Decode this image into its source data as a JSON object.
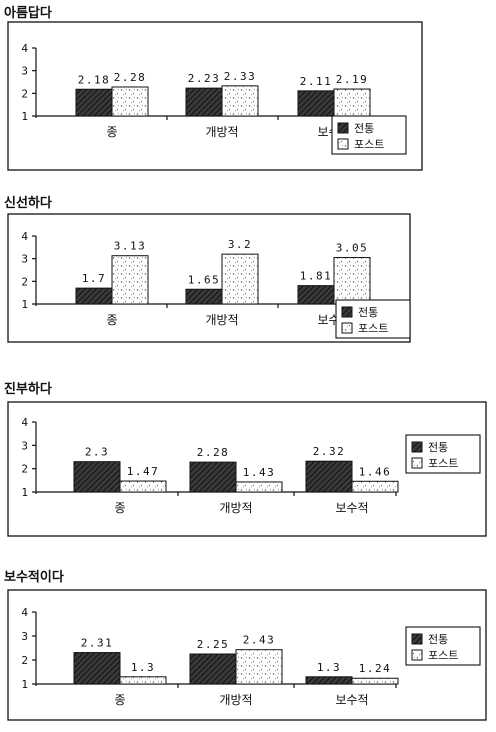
{
  "colors": {
    "traditional": "#2f2f2f",
    "post": "#ffffff",
    "ink": "#111111"
  },
  "legend": {
    "traditional": "전통",
    "post": "포스트"
  },
  "chart_data": [
    {
      "type": "bar",
      "title": "아름답다",
      "categories": [
        "종",
        "개방적",
        "보수적"
      ],
      "ylim": [
        1,
        4
      ],
      "yticks": [
        "1",
        "2",
        "3",
        "4"
      ],
      "series": [
        {
          "name": "전통",
          "values": [
            2.18,
            2.23,
            2.11
          ],
          "labels": [
            "2.18",
            "2.23",
            "2.11"
          ]
        },
        {
          "name": "포스트",
          "values": [
            2.28,
            2.33,
            2.19
          ],
          "labels": [
            "2.28",
            "2.33",
            "2.19"
          ]
        }
      ]
    },
    {
      "type": "bar",
      "title": "신선하다",
      "categories": [
        "종",
        "개방적",
        "보수적"
      ],
      "ylim": [
        1,
        4
      ],
      "yticks": [
        "1",
        "2",
        "3",
        "4"
      ],
      "series": [
        {
          "name": "전통",
          "values": [
            1.7,
            1.65,
            1.81
          ],
          "labels": [
            "1.7",
            "1.65",
            "1.81"
          ]
        },
        {
          "name": "포스트",
          "values": [
            3.13,
            3.2,
            3.05
          ],
          "labels": [
            "3.13",
            "3.2",
            "3.05"
          ]
        }
      ]
    },
    {
      "type": "bar",
      "title": "진부하다",
      "categories": [
        "종",
        "개방적",
        "보수적"
      ],
      "ylim": [
        1,
        4
      ],
      "yticks": [
        "1",
        "2",
        "3",
        "4"
      ],
      "series": [
        {
          "name": "전통",
          "values": [
            2.3,
            2.28,
            2.32
          ],
          "labels": [
            "2.3",
            "2.28",
            "2.32"
          ]
        },
        {
          "name": "포스트",
          "values": [
            1.47,
            1.43,
            1.46
          ],
          "labels": [
            "1.47",
            "1.43",
            "1.46"
          ]
        }
      ]
    },
    {
      "type": "bar",
      "title": "보수적이다",
      "categories": [
        "종",
        "개방적",
        "보수적"
      ],
      "ylim": [
        1,
        4
      ],
      "yticks": [
        "1",
        "2",
        "3",
        "4"
      ],
      "series": [
        {
          "name": "전통",
          "values": [
            2.31,
            2.25,
            1.3
          ],
          "labels": [
            "2.31",
            "2.25",
            "1.3"
          ]
        },
        {
          "name": "포스트",
          "values": [
            1.3,
            2.43,
            1.24
          ],
          "labels": [
            "1.3",
            "2.43",
            "1.24"
          ]
        }
      ]
    }
  ]
}
